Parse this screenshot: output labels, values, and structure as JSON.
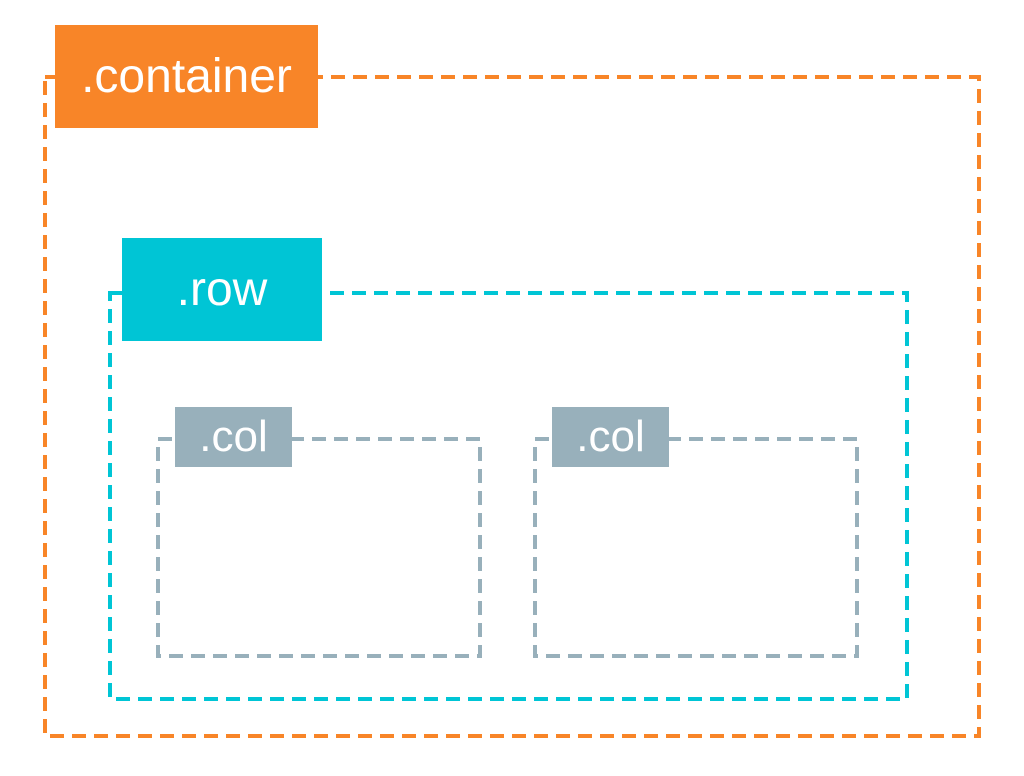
{
  "colors": {
    "container": "#F88528",
    "row": "#00C5D5",
    "col": "#98B0BB"
  },
  "labels": {
    "container": ".container",
    "row": ".row",
    "col_left": ".col",
    "col_right": ".col"
  }
}
